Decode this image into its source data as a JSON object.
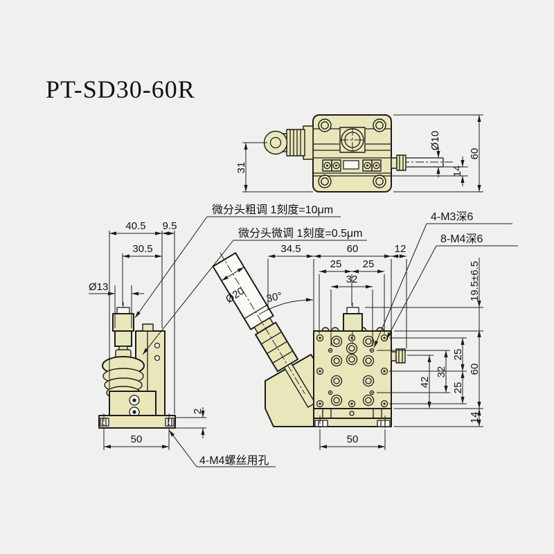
{
  "title": "PT-SD30-60R",
  "colors": {
    "background": "#f0f1ee",
    "body_fill": "#eae6bb",
    "line": "#1b1b1b",
    "white_fill": "#fafaf6"
  },
  "callouts": {
    "coarse_adjust": "微分头粗调 1刻度=10μm",
    "fine_adjust": "微分头微调 1刻度=0.5μm",
    "m3_holes": "4-M3深6",
    "m4_holes": "8-M4深6",
    "base_screw_holes": "4-M4螺丝用孔"
  },
  "top_view": {
    "center_height": "31",
    "shaft_dia": "Ø10",
    "shaft_to_edge": "14",
    "body_width": "60"
  },
  "side_view": {
    "overall_depth": "40.5",
    "back_offset": "9.5",
    "knob_offset": "30.5",
    "micrometer_dia": "Ø13",
    "base_thickness": "2",
    "hole_spacing": "50"
  },
  "front_view": {
    "mic_offset": "34.5",
    "body_width": "60",
    "shaft_ext": "12",
    "pitch_left": "25",
    "pitch_right": "25",
    "m3_pitch_h": "32",
    "mic_dia": "Ø20",
    "mic_angle": "30°",
    "travel_height": "19.5±6.5",
    "pitch_top": "25",
    "m3_pitch_v": "32",
    "hole_span": "42",
    "pitch_bottom": "25",
    "body_height": "60",
    "base_height": "14",
    "hole_spacing": "50"
  }
}
